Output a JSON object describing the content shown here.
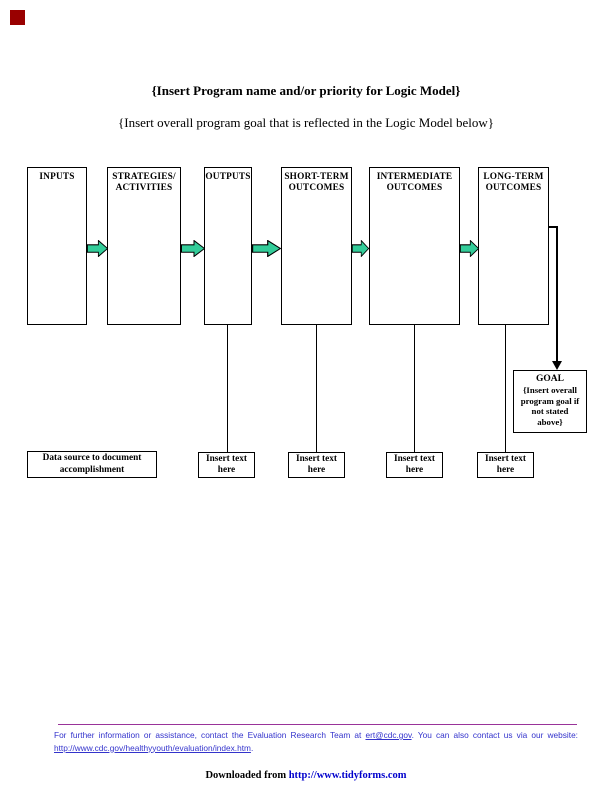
{
  "page": {
    "marker_color": "#990000",
    "background": "#ffffff"
  },
  "header": {
    "title": "{Insert Program name and/or priority for Logic Model}",
    "subtitle": "{Insert overall program goal that is reflected in the Logic Model below}"
  },
  "diagram": {
    "arrow_fill": "#33CC99",
    "columns": [
      {
        "label": "INPUTS"
      },
      {
        "label": "STRATEGIES/\nACTIVITIES"
      },
      {
        "label": "OUTPUTS"
      },
      {
        "label": "SHORT-TERM\nOUTCOMES"
      },
      {
        "label": "INTERMEDIATE\nOUTCOMES"
      },
      {
        "label": "LONG-TERM\nOUTCOMES"
      }
    ],
    "goal_box": {
      "title": "GOAL",
      "body": "{Insert overall\nprogram goal if\nnot stated\nabove}"
    },
    "data_source_box": "Data source to document\naccomplishment",
    "insert_boxes": [
      {
        "label": "Insert text\nhere"
      },
      {
        "label": "Insert text\nhere"
      },
      {
        "label": "Insert text\nhere"
      },
      {
        "label": "Insert text\nhere"
      }
    ]
  },
  "footer": {
    "rule_color": "#993399",
    "text_color": "#3333CC",
    "line1_prefix": "For further information or assistance, contact the Evaluation Research Team at ",
    "email": "ert@cdc.gov",
    "line1_suffix": ".  You can also contact us via our website:",
    "url": "http://www.cdc.gov/healthyyouth/evaluation/index.htm",
    "url_suffix": "."
  },
  "download": {
    "prefix": "Downloaded from ",
    "url": "http://www.tidyforms.com",
    "url_color": "#0000CC"
  }
}
